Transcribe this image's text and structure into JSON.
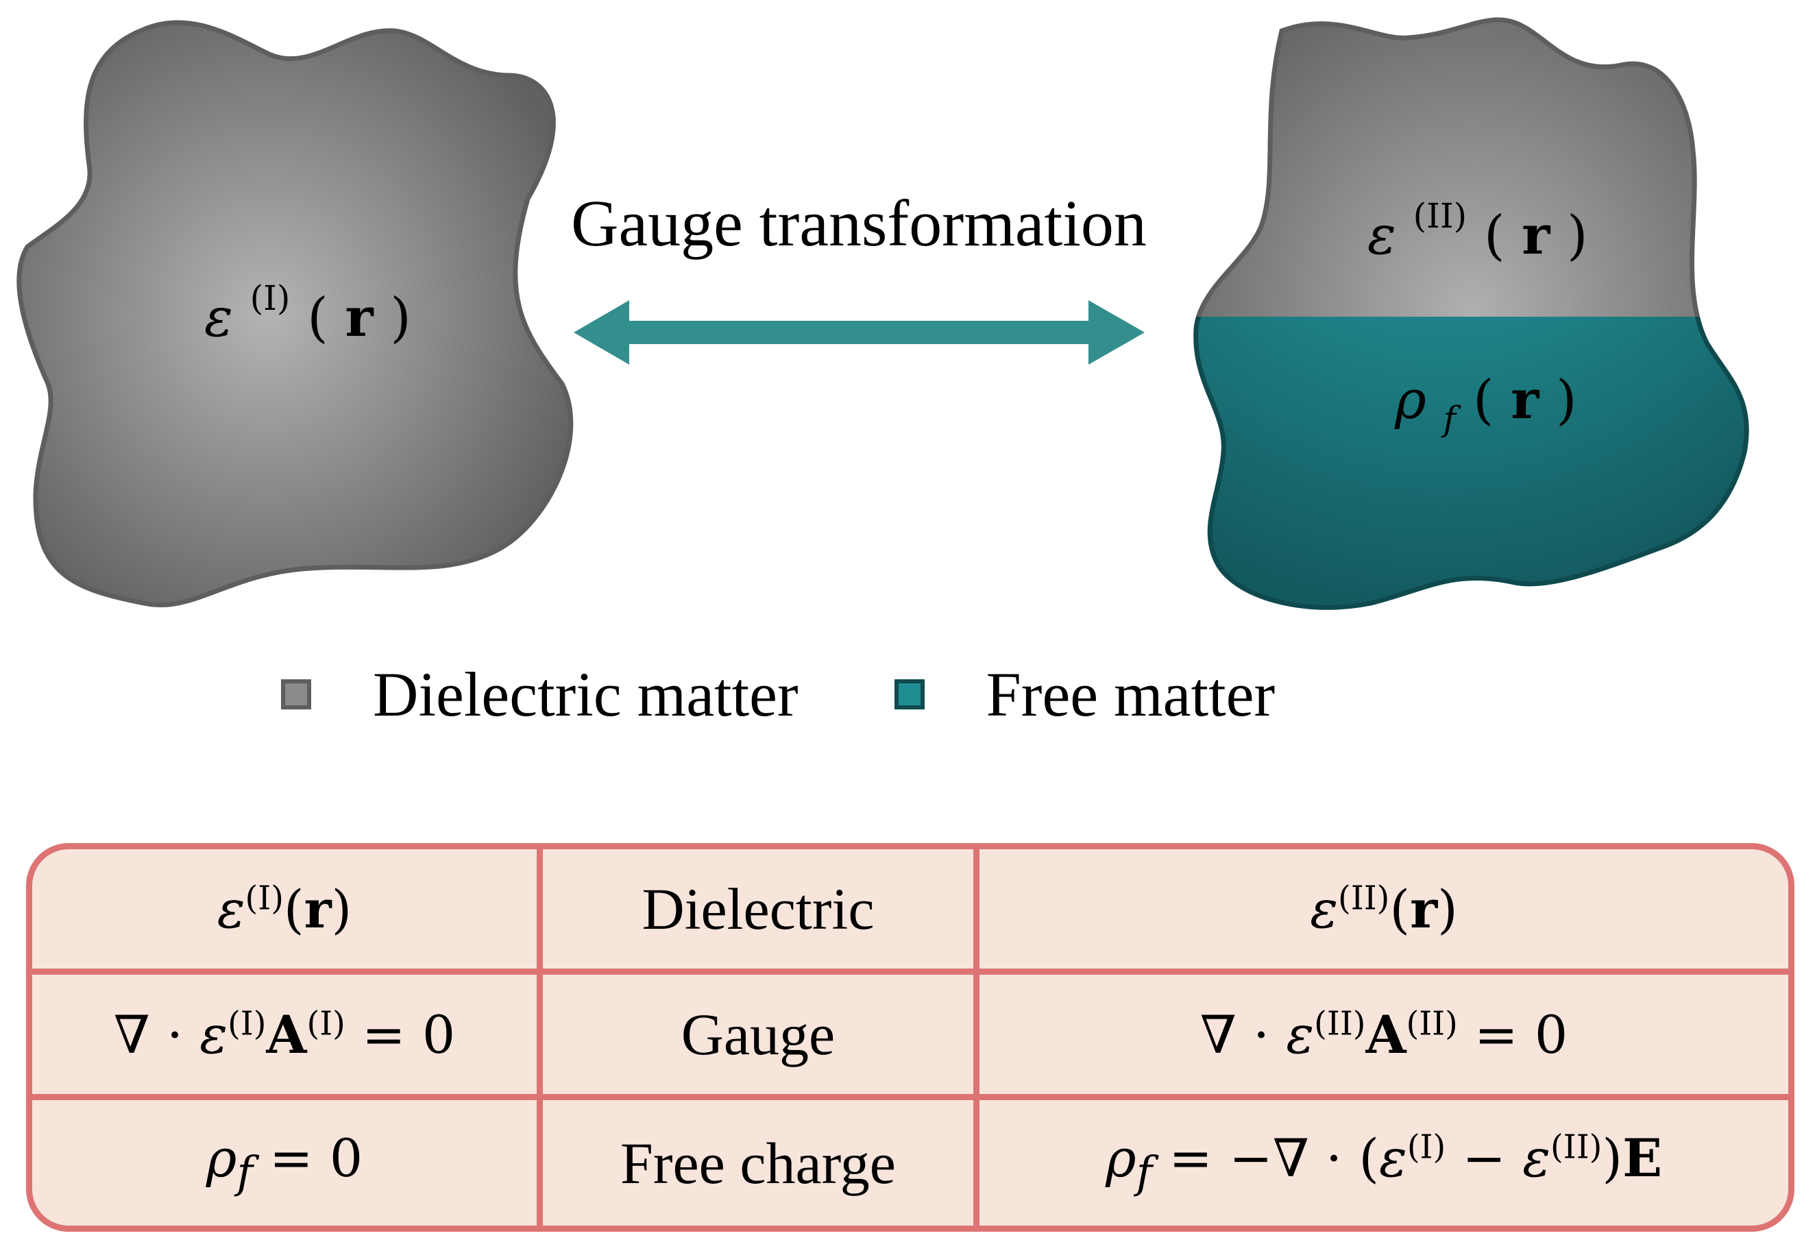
{
  "colors": {
    "dielectric_light": "#b4b4b4",
    "dielectric_dark": "#616161",
    "dielectric_border": "#5e5e5e",
    "free_light": "#29aab0",
    "free_dark": "#135a5f",
    "free_border": "#0e4a4e",
    "arrow": "#338f8e",
    "table_fill": "#f7e5dc",
    "table_border": "#dd7473"
  },
  "diagram": {
    "arrow_label": "Gauge transformation",
    "left_blob": {
      "symbol": "ε",
      "superscript": "(I)",
      "argument_open": "(",
      "argument": "r",
      "argument_close": ")"
    },
    "right_blob": {
      "top": {
        "symbol": "ε",
        "superscript": "(II)",
        "argument_open": "(",
        "argument": "r",
        "argument_close": ")"
      },
      "bottom": {
        "symbol": "ρ",
        "subscript": "f",
        "argument_open": "(",
        "argument": "r",
        "argument_close": ")"
      }
    }
  },
  "legend": [
    {
      "label": "Dielectric matter",
      "swatch_fill": "#8a8a8a",
      "swatch_border": "#5e5e5e"
    },
    {
      "label": "Free matter",
      "swatch_fill": "#1f8e93",
      "swatch_border": "#0e4a4e"
    }
  ],
  "table": {
    "rows": [
      {
        "left": "ε(I)(r)",
        "middle": "Dielectric",
        "right": "ε(II)(r)"
      },
      {
        "left": "∇ · ε(I)A(I) = 0",
        "middle": "Gauge",
        "right": "∇ · ε(II)A(II) = 0"
      },
      {
        "left": "ρf = 0",
        "middle": "Free charge",
        "right": "ρf = −∇ · (ε(I) − ε(II))E"
      }
    ]
  }
}
